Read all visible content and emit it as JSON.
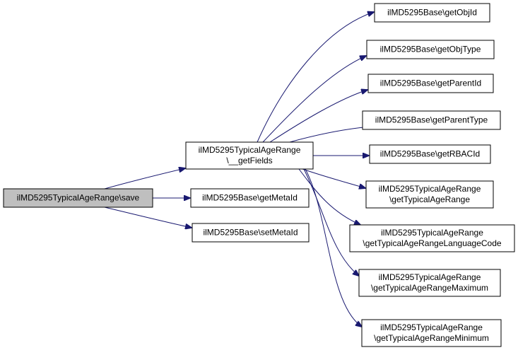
{
  "nodes": [
    {
      "id": "save",
      "lines": [
        "ilMD5295TypicalAgeRange\\save"
      ],
      "highlighted": true
    },
    {
      "id": "getFields",
      "lines": [
        "ilMD5295TypicalAgeRange",
        "\\__getFields"
      ]
    },
    {
      "id": "getMetaId",
      "lines": [
        "ilMD5295Base\\getMetaId"
      ]
    },
    {
      "id": "setMetaId",
      "lines": [
        "ilMD5295Base\\setMetaId"
      ]
    },
    {
      "id": "getObjId",
      "lines": [
        "ilMD5295Base\\getObjId"
      ]
    },
    {
      "id": "getObjType",
      "lines": [
        "ilMD5295Base\\getObjType"
      ]
    },
    {
      "id": "getParentId",
      "lines": [
        "ilMD5295Base\\getParentId"
      ]
    },
    {
      "id": "getParentType",
      "lines": [
        "ilMD5295Base\\getParentType"
      ]
    },
    {
      "id": "getRBACId",
      "lines": [
        "ilMD5295Base\\getRBACId"
      ]
    },
    {
      "id": "getTypicalAgeRange",
      "lines": [
        "ilMD5295TypicalAgeRange",
        "\\getTypicalAgeRange"
      ]
    },
    {
      "id": "getLanguageCode",
      "lines": [
        "ilMD5295TypicalAgeRange",
        "\\getTypicalAgeRangeLanguageCode"
      ]
    },
    {
      "id": "getMaximum",
      "lines": [
        "ilMD5295TypicalAgeRange",
        "\\getTypicalAgeRangeMaximum"
      ]
    },
    {
      "id": "getMinimum",
      "lines": [
        "ilMD5295TypicalAgeRange",
        "\\getTypicalAgeRangeMinimum"
      ]
    }
  ],
  "edges": [
    {
      "from": "save",
      "to": "getFields"
    },
    {
      "from": "save",
      "to": "getMetaId"
    },
    {
      "from": "save",
      "to": "setMetaId"
    },
    {
      "from": "getFields",
      "to": "getObjId"
    },
    {
      "from": "getFields",
      "to": "getObjType"
    },
    {
      "from": "getFields",
      "to": "getParentId"
    },
    {
      "from": "getFields",
      "to": "getParentType"
    },
    {
      "from": "getFields",
      "to": "getRBACId"
    },
    {
      "from": "getFields",
      "to": "getTypicalAgeRange"
    },
    {
      "from": "getFields",
      "to": "getLanguageCode"
    },
    {
      "from": "getFields",
      "to": "getMaximum"
    },
    {
      "from": "getFields",
      "to": "getMinimum"
    }
  ],
  "colors": {
    "edge": "#191970",
    "node_border": "#000000",
    "node_fill": "#ffffff",
    "highlight_fill": "#bfbfbf"
  }
}
